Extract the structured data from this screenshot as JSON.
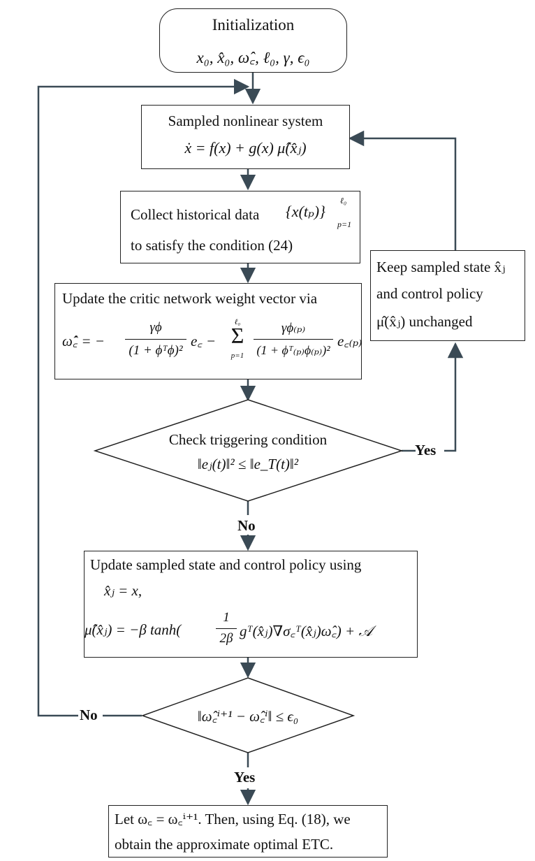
{
  "init": {
    "title": "Initialization",
    "vars": "x₀, x̂₀, ω̂꜀, ℓ₀, γ, ϵ₀"
  },
  "system": {
    "title": "Sampled nonlinear system",
    "equation": "ẋ = f(x) + g(x) μ̂(x̂ⱼ)"
  },
  "collect": {
    "line1": "Collect historical data",
    "math": "{x(tₚ)}",
    "sup": "ℓ₀",
    "sub": "p=1",
    "line2": "to satisfy the condition (24)"
  },
  "update_critic": {
    "title": "Update the critic network weight vector via",
    "lhs": "ω̂̇꜀ = −",
    "t1_num": "γϕ",
    "t1_den": "(1 + ϕᵀϕ)²",
    "t1_e": "e꜀ −",
    "sum_top": "ℓ₀",
    "sum_sym": "Σ",
    "sum_bot": "p=1",
    "t2_num": "γϕ₍ₚ₎",
    "t2_den": "(1 + ϕᵀ₍ₚ₎ϕ₍ₚ₎)²",
    "t2_e": "e꜀₍ₚ₎"
  },
  "keep": {
    "line1": "Keep sampled state x̂ⱼ",
    "line2": "and control policy",
    "line3": "μ̂(x̂ⱼ) unchanged"
  },
  "check": {
    "title": "Check triggering condition",
    "condition": "‖eⱼ(t)‖² ≤ ‖e_T(t)‖²"
  },
  "update_policy": {
    "title": "Update sampled state and control policy using",
    "eq1": "x̂ⱼ = x,",
    "eq2_a": "μ̂(x̂ⱼ) = −β tanh(",
    "frac_num": "1",
    "frac_den": "2β",
    "eq2_b": "gᵀ(x̂ⱼ)∇σ꜀ᵀ(x̂ⱼ)ω̂꜀) + 𝒜"
  },
  "converge": {
    "condition": "‖ω̂꜀ⁱ⁺¹ − ω̂꜀ⁱ‖ ≤ ϵ₀"
  },
  "final": {
    "line1": "Let ω꜀ = ω꜀ⁱ⁺¹. Then, using Eq. (18), we",
    "line2": "obtain the approximate optimal ETC."
  },
  "labels": {
    "yes_trigger": "Yes",
    "no_trigger": "No",
    "no_converge": "No",
    "yes_converge": "Yes"
  }
}
